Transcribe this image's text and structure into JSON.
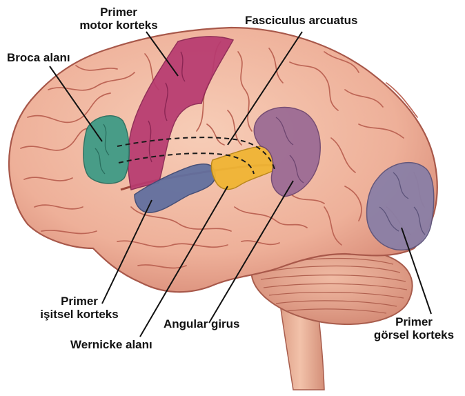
{
  "labels": {
    "primary_motor": [
      "Primer",
      "motor korteks"
    ],
    "fasciculus": "Fasciculus arcuatus",
    "broca": "Broca alanı",
    "primary_auditory": [
      "Primer",
      "işitsel korteks"
    ],
    "angular": "Angular girus",
    "wernicke": "Wernicke alanı",
    "primary_visual": [
      "Primer",
      "görsel korteks"
    ]
  },
  "colors": {
    "cortex": "#f2b9a2",
    "cortex_dark": "#d98a78",
    "sulcus": "#b85a4c",
    "cerebellum": "#e9a98f",
    "brainstem": "#e6b098",
    "motor": "#b73a70",
    "broca": "#3f9b86",
    "auditory": "#62709f",
    "wernicke": "#f0b534",
    "angular": "#9a6a94",
    "visual": "#8a7fa6",
    "leader": "#111111"
  }
}
